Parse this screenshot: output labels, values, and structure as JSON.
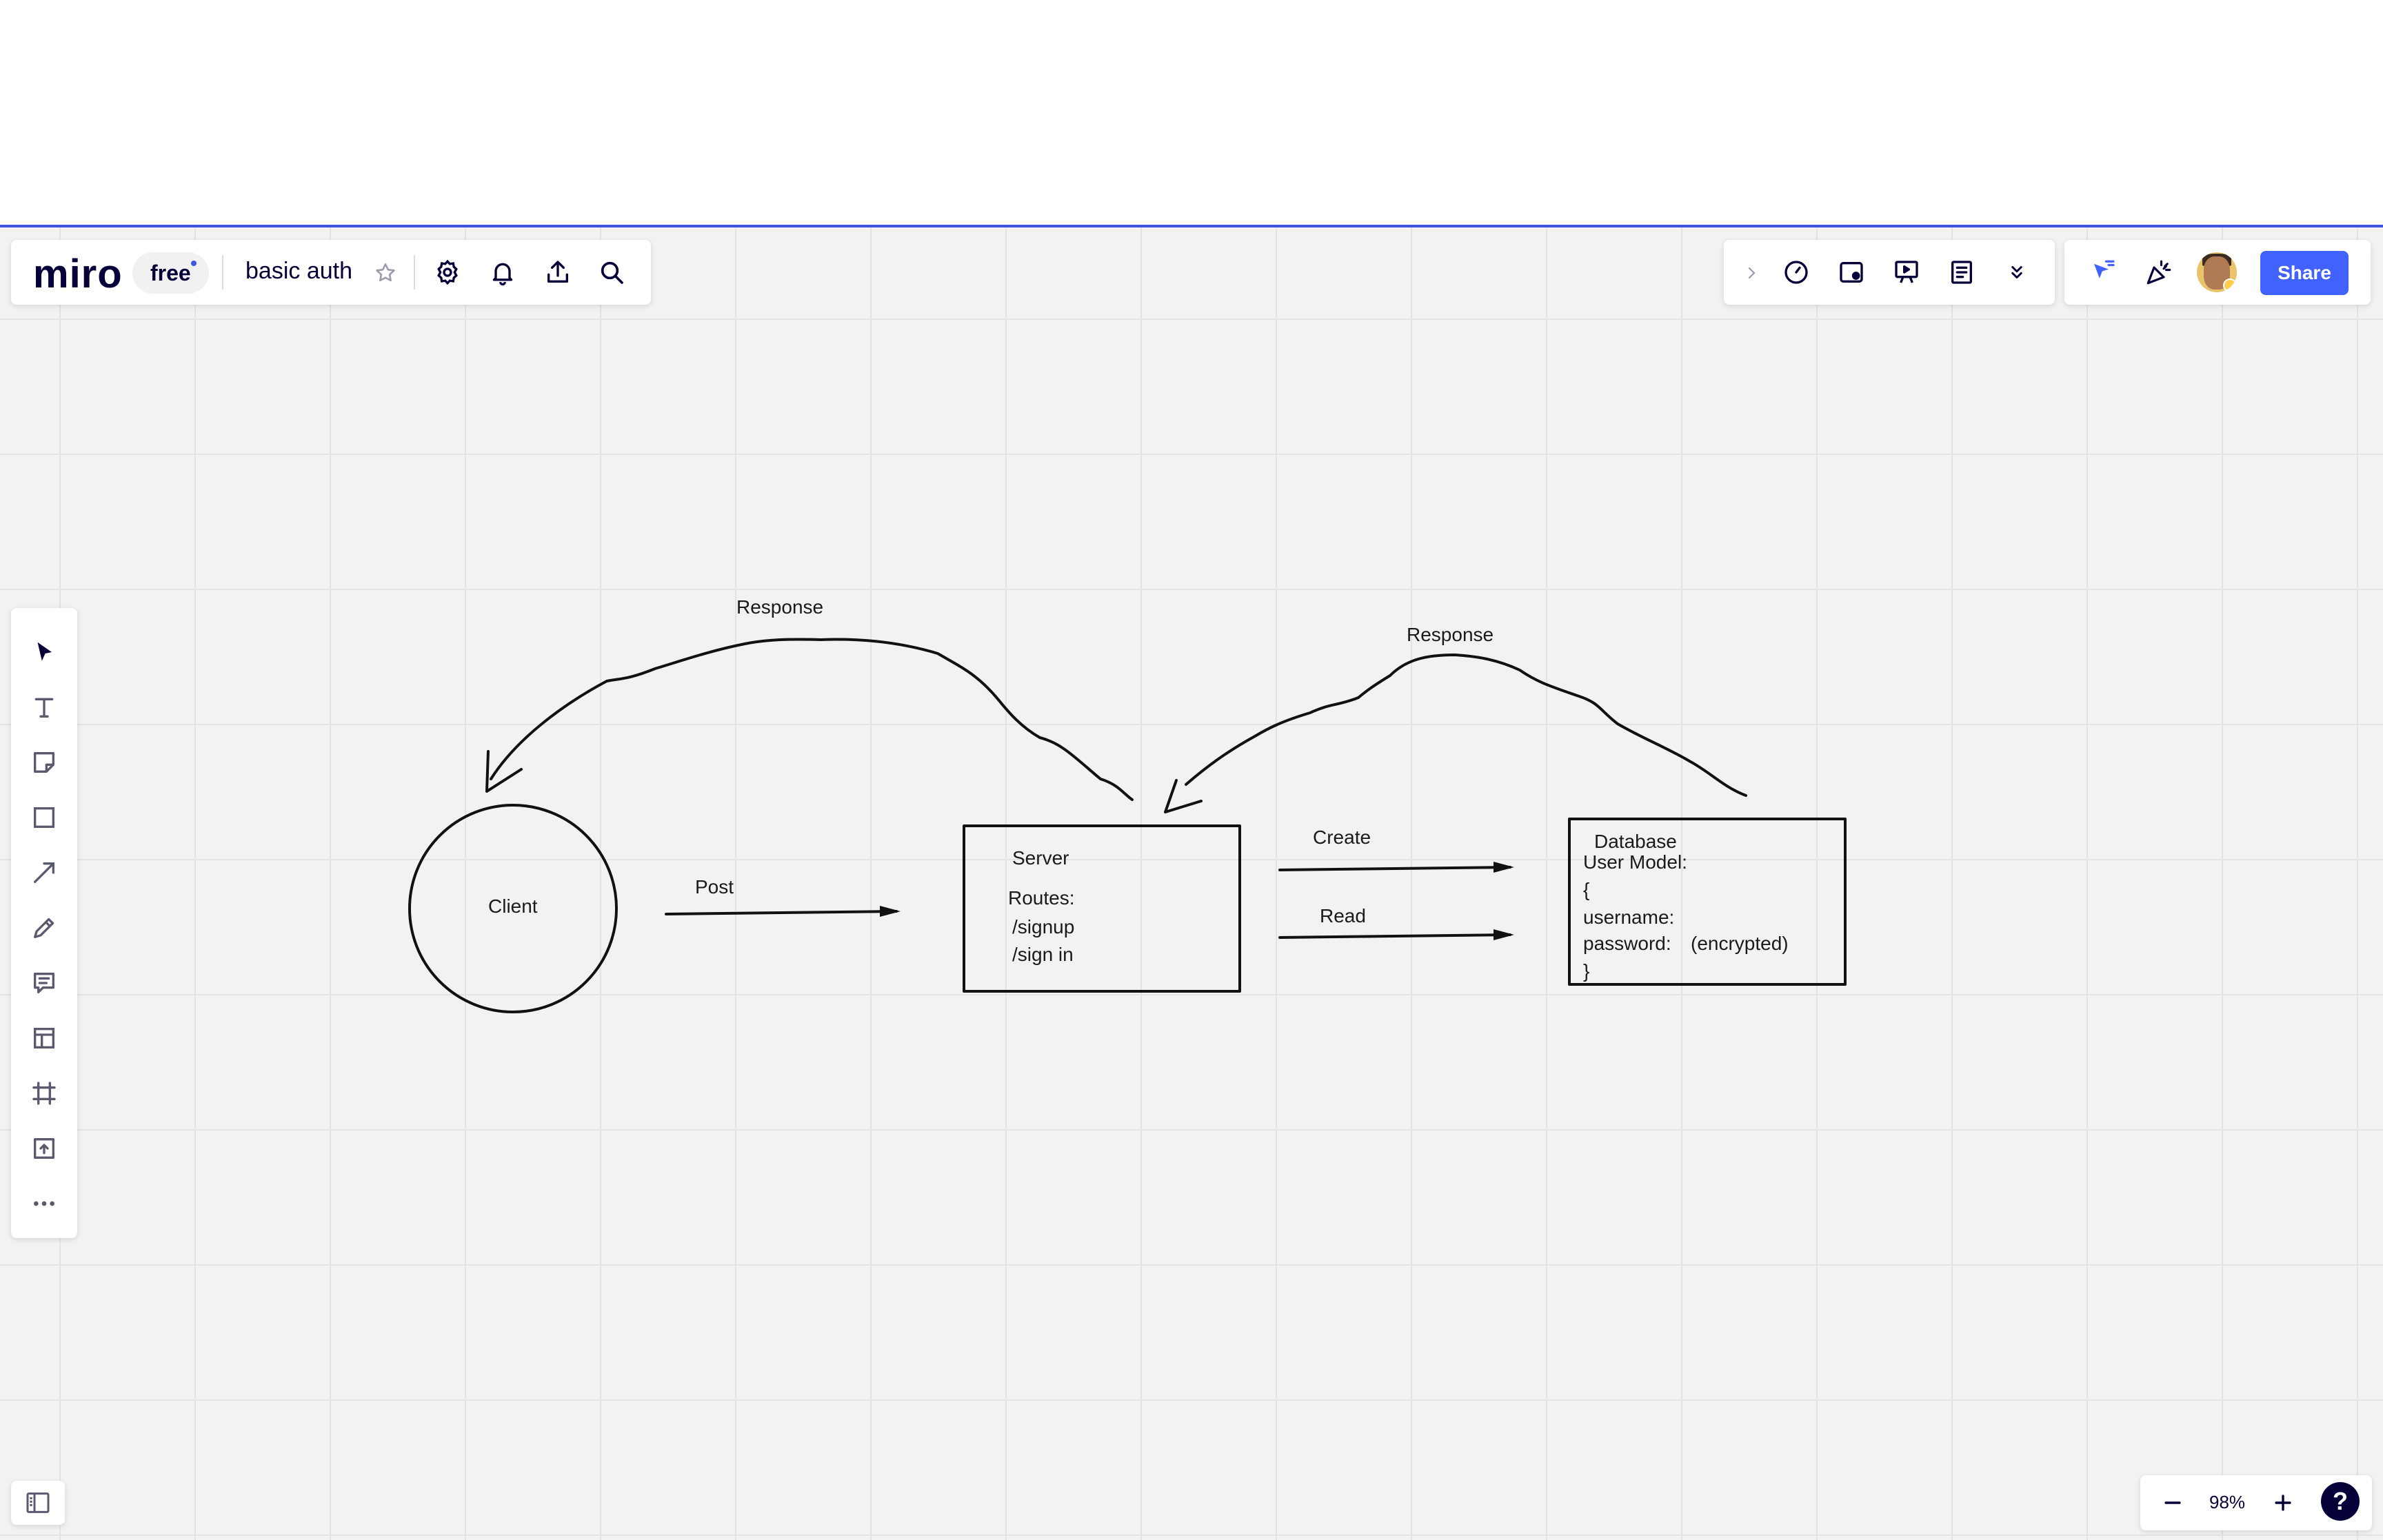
{
  "topbar": {
    "logo": "miro",
    "plan_badge": "free",
    "board_title": "basic auth",
    "share_label": "Share",
    "icons": [
      "star-icon",
      "settings-icon",
      "bell-icon",
      "upload-icon",
      "search-icon"
    ]
  },
  "collab_toolbar": {
    "icons": [
      "chevron-right-icon",
      "timer-icon",
      "card-icon",
      "presentation-icon",
      "notes-icon",
      "more-chevron-icon"
    ]
  },
  "user_toolbar": {
    "icons": [
      "reactions-cursor-icon",
      "celebrate-icon",
      "avatar"
    ]
  },
  "left_toolbar": {
    "tools": [
      "select-tool-icon",
      "text-tool-icon",
      "sticky-note-tool-icon",
      "shape-tool-icon",
      "connector-tool-icon",
      "pen-tool-icon",
      "comment-tool-icon",
      "templates-tool-icon",
      "frame-tool-icon",
      "upload-tool-icon",
      "more-tools-icon"
    ]
  },
  "diagram": {
    "client_label": "Client",
    "server_label": "Server",
    "server_routes_title": "Routes:",
    "server_route_1": "/signup",
    "server_route_2": "/sign in",
    "database_title": "Database",
    "db_line_1": "User Model:",
    "db_line_2": "{",
    "db_line_3": "username:",
    "db_line_4": "password:",
    "db_line_4b": "(encrypted)",
    "db_line_5": "}",
    "arrow_post": "Post",
    "arrow_create": "Create",
    "arrow_read": "Read",
    "response_left": "Response",
    "response_right": "Response"
  },
  "footer": {
    "zoom_level": "98%",
    "help": "?"
  },
  "colors": {
    "accent": "#4262ff",
    "brand_dark": "#050038",
    "canvas_bg": "#f2f2f2"
  }
}
